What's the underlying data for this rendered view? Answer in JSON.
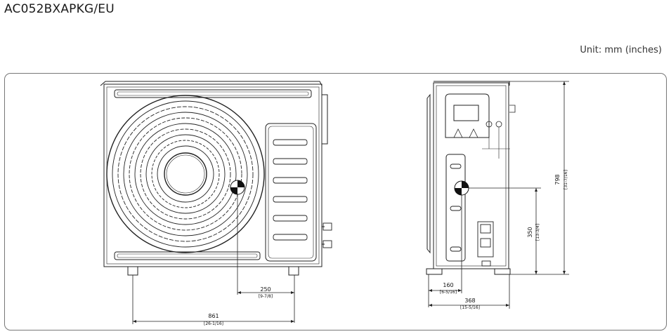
{
  "title": "AC052BXAPKG/EU",
  "unit_label": "Unit: mm (inches)",
  "dimensions": {
    "front_depth": {
      "value": "250",
      "inch": "[9-7/8]"
    },
    "front_width": {
      "value": "861",
      "inch": "[26-1/16]"
    },
    "side_height": {
      "value": "798",
      "inch": "[31-7/16]"
    },
    "side_center_height": {
      "value": "350",
      "inch": "[13-3/4]"
    },
    "side_foot": {
      "value": "160",
      "inch": "[6-5/16]"
    },
    "side_depth": {
      "value": "368",
      "inch": "[15-5/16]"
    }
  }
}
